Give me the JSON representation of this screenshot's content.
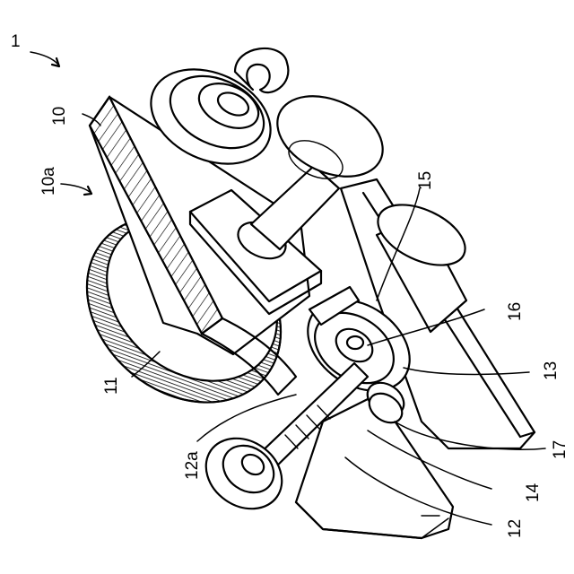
{
  "labels": {
    "assembly": "1",
    "plate": "10",
    "plate_side": "10a",
    "wheel": "11",
    "shaft": "12",
    "shaft_end": "12a",
    "part13": "13",
    "part14": "14",
    "part15": "15",
    "part16": "16",
    "part17": "17"
  }
}
